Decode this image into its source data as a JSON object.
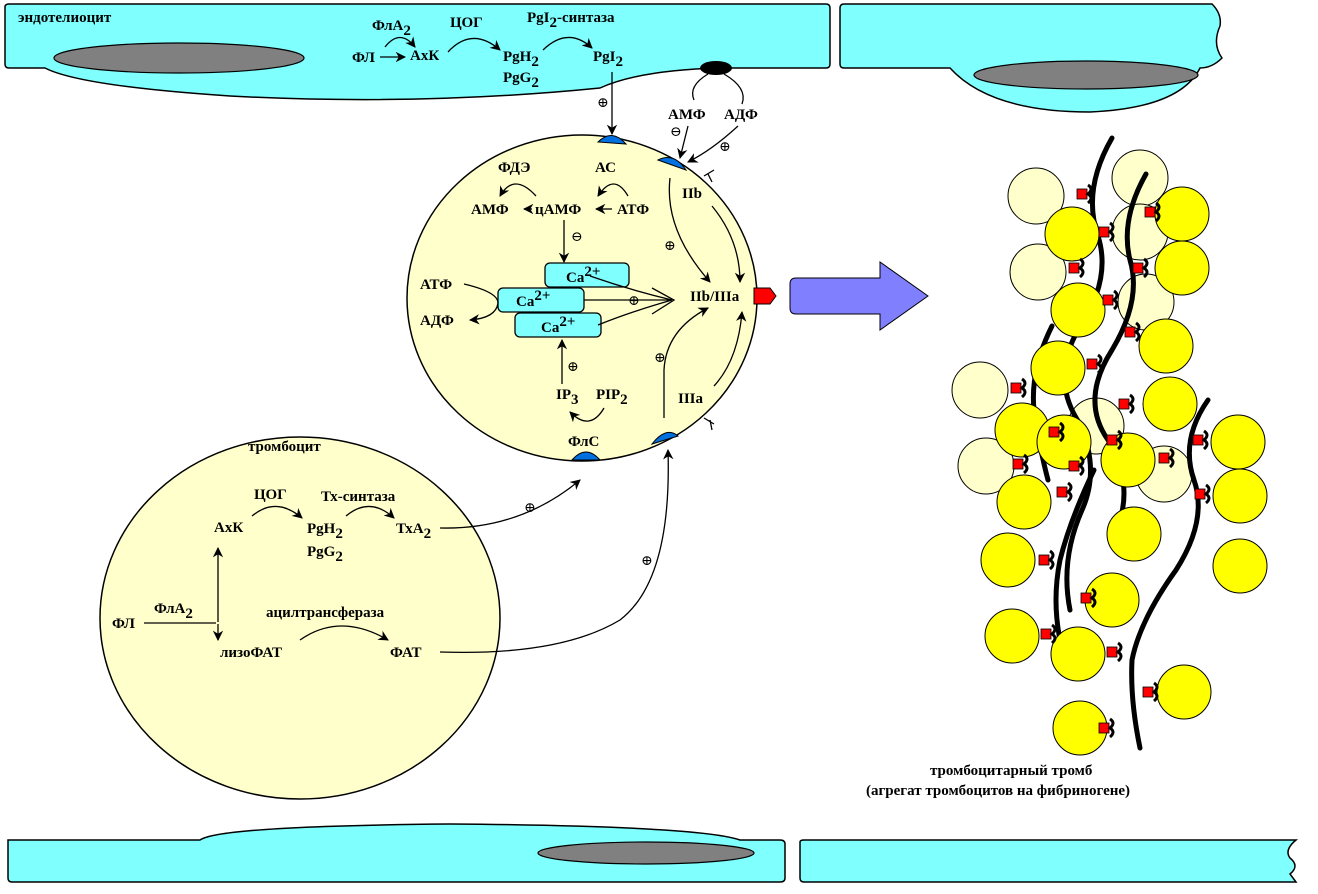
{
  "colors": {
    "endothelium": "#80ffff",
    "nucleus": "#808080",
    "platelet": "#ffffcc",
    "receptor": "#0070e0",
    "calcium": "#80ffff",
    "gp_receptor": "#ff0000",
    "big_arrow": "#8080ff",
    "active_platelet": "#ffff00",
    "inactive_platelet": "#ffffcc",
    "fibrinogen": "#000000"
  },
  "endothelium": {
    "label": "эндотелиоцит",
    "fl": "ФЛ",
    "fla2": "ФлА",
    "fla2_sub": "2",
    "axk": "АхК",
    "cog": "ЦОГ",
    "pgh": "PgH",
    "pgh_sub": "2",
    "pgg": "PgG",
    "pgg_sub": "2",
    "pgi_synth": "PgI",
    "pgi_synth_sub": "2",
    "pgi_synth_suffix": "-синтаза",
    "pgi": "PgI",
    "pgi_sub": "2"
  },
  "signals": {
    "plus": "⊕",
    "minus": "⊖",
    "amf": "АМФ",
    "adf": "АДФ"
  },
  "activated_platelet": {
    "fde": "ФДЭ",
    "ac": "АС",
    "amf": "АМФ",
    "camf": "цАМФ",
    "atf": "АТФ",
    "atf_left": "АТФ",
    "adf_left": "АДФ",
    "ca": "Ca",
    "ca_sup": "2+",
    "ip3": "IP",
    "ip3_sub": "3",
    "pip2": "PIP",
    "pip2_sub": "2",
    "flc": "ФлС",
    "iib": "IIb",
    "iiia": "IIIa",
    "iib_iiia": "IIb/IIIa"
  },
  "resting_platelet": {
    "label": "тромбоцит",
    "cog": "ЦОГ",
    "tx_synth": "Тх-синтаза",
    "axk": "АхК",
    "pgh": "PgH",
    "pgh_sub": "2",
    "pgg": "PgG",
    "pgg_sub": "2",
    "txa": "ТхА",
    "txa_sub": "2",
    "fla2": "ФлА",
    "fla2_sub": "2",
    "fl": "ФЛ",
    "acyl": "ацилтрансфераза",
    "lyso": "лизоФАТ",
    "fat": "ФАТ"
  },
  "thrombus": {
    "caption_line1": "тромбоцитарный тромб",
    "caption_line2": "(агрегат тромбоцитов на фибриногене)"
  }
}
